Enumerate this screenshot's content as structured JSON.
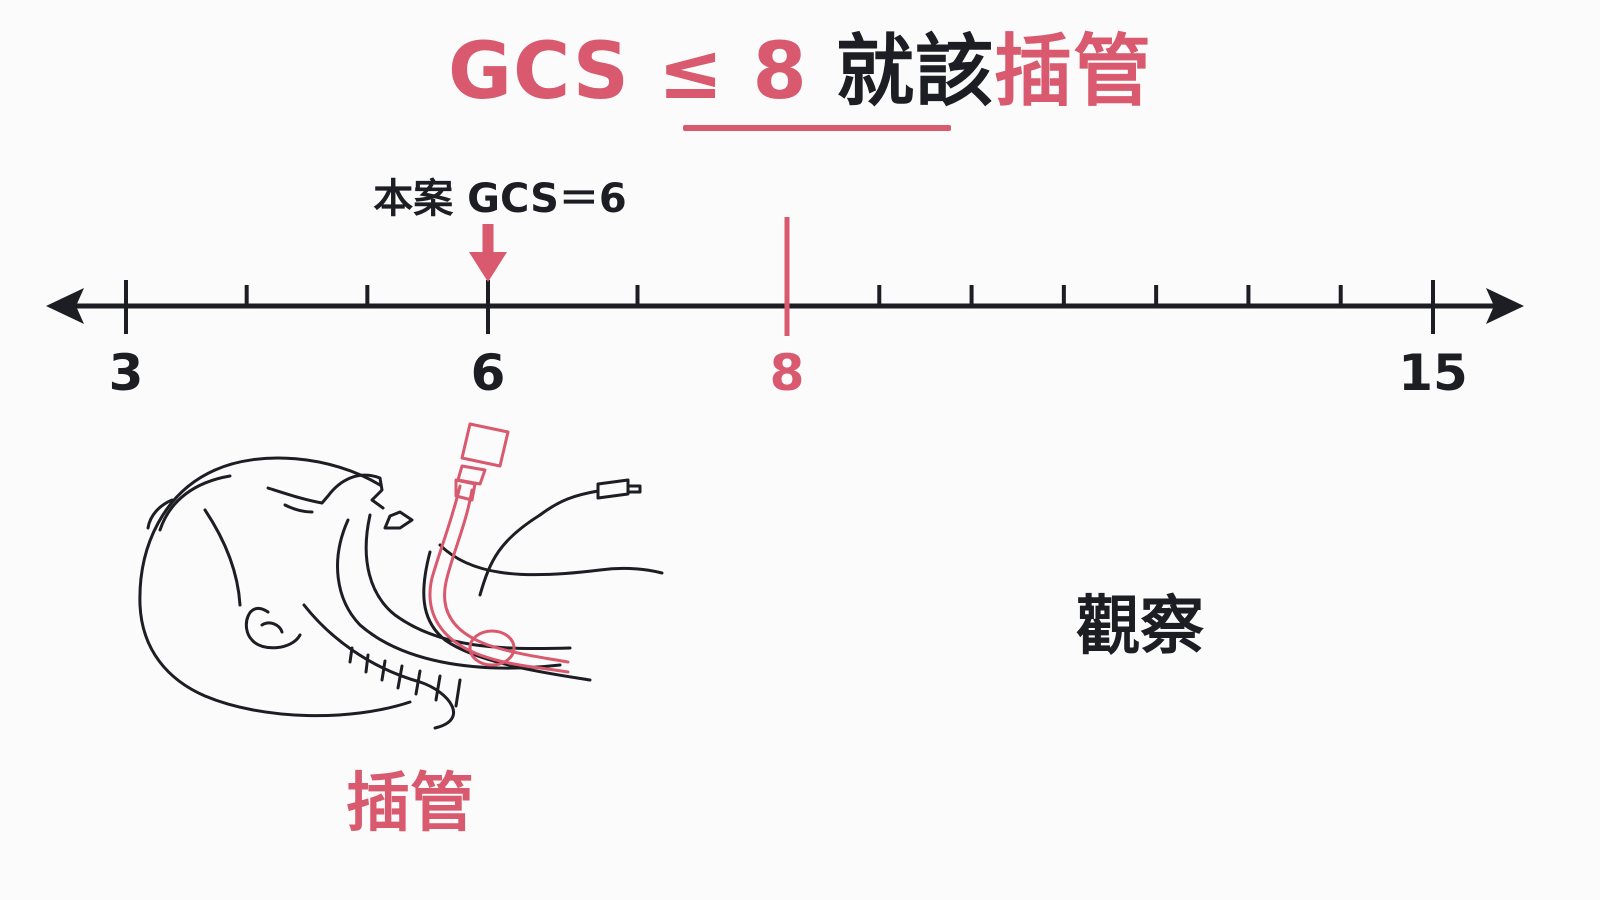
{
  "title": {
    "part1": "GCS ≤ 8 ",
    "part2": "就該",
    "part3": "插管"
  },
  "scale": {
    "min": 3,
    "max": 15,
    "tick_values": [
      3,
      4,
      5,
      6,
      7,
      8,
      9,
      10,
      11,
      12,
      13,
      14,
      15
    ],
    "labeled_values": [
      3,
      6,
      8,
      15
    ],
    "threshold_value": 8,
    "case_value": 6
  },
  "case_label": "本案 GCS＝6",
  "observe_label": "觀察",
  "intubation_label": "插管",
  "colors": {
    "accent": "#d9596e",
    "ink": "#1d1d24",
    "background": "#fbfbfb"
  },
  "icons": [
    "down-arrow-icon",
    "intubated-patient-illustration"
  ]
}
